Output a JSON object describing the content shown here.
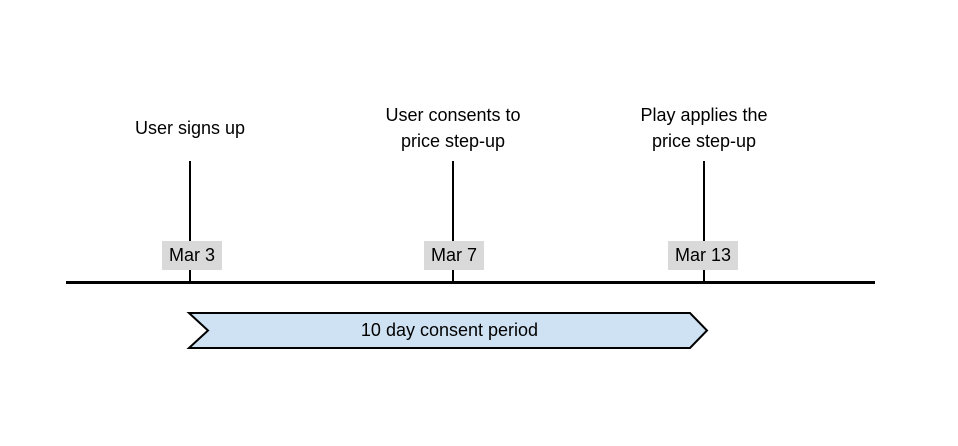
{
  "timeline": {
    "events": [
      {
        "label": "User signs up",
        "date": "Mar 3"
      },
      {
        "label": "User consents to price step-up",
        "date": "Mar 7"
      },
      {
        "label": "Play applies the price step-up",
        "date": "Mar 13"
      }
    ],
    "period": {
      "label": "10 day consent period"
    }
  },
  "colors": {
    "background": "#ffffff",
    "line": "#000000",
    "text": "#000000",
    "date_label_bg": "#d9d9d9",
    "period_fill": "#cfe2f3",
    "period_border": "#000000"
  }
}
